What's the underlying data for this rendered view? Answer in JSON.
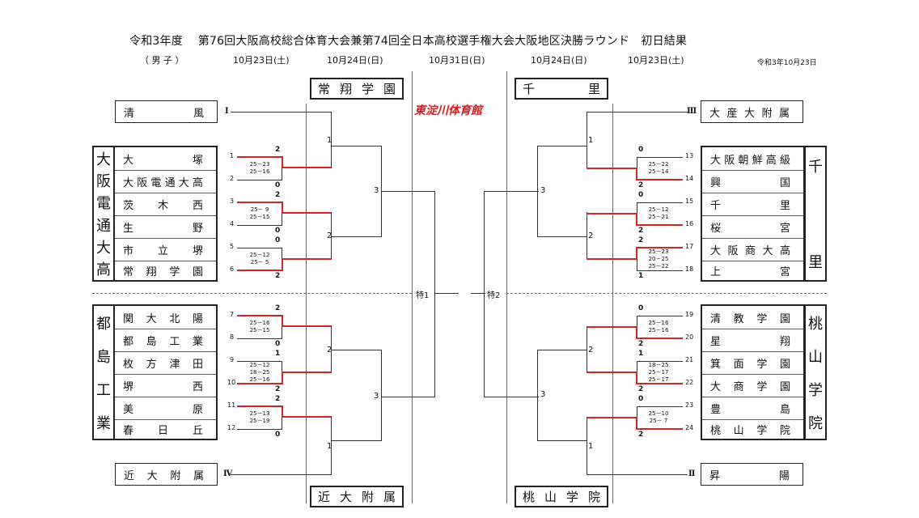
{
  "title": "令和3年度　 第76回大阪高校総合体育大会兼第74回全日本高校選手権大会大阪地区決勝ラウンド　初日結果",
  "category": "（ 男 子 ）",
  "date_printed": "令和3年10月23日",
  "round_dates": [
    "10月23日(土)",
    "10月24日(日)",
    "10月31日(日)",
    "10月24日(日)",
    "10月23日(土)"
  ],
  "venue": "東淀川体育館",
  "seeds": {
    "top_left": {
      "name": "清　風",
      "mark": "Ⅰ"
    },
    "bottom_left": {
      "name": "近大附属",
      "mark": "Ⅳ"
    },
    "top_right": {
      "name": "大産大附属",
      "mark": "Ⅲ"
    },
    "bottom_right": {
      "name": "昇　陽",
      "mark": "Ⅱ"
    }
  },
  "group_labels": {
    "left_top": [
      "大",
      "阪",
      "電",
      "通",
      "大",
      "高"
    ],
    "left_bottom": [
      "都",
      "島",
      "工",
      "業"
    ],
    "right_top": [
      "千",
      "里"
    ],
    "right_bottom": [
      "桃",
      "山",
      "学",
      "院"
    ]
  },
  "teams": {
    "left_top": [
      "大　塚",
      "大阪電通大高",
      "茨木西",
      "生　野",
      "市立堺",
      "常翔学園"
    ],
    "left_bottom": [
      "関大北陽",
      "都島工業",
      "枚方津田",
      "堺　西",
      "美　原",
      "春日丘"
    ],
    "right_top": [
      "大阪朝鮮高級",
      "興　国",
      "千　里",
      "桜　宮",
      "大阪商大高",
      "上　宮"
    ],
    "right_bottom": [
      "清教学園",
      "星　翔",
      "箕面学園",
      "大商学園",
      "豊　島",
      "桃山学院"
    ]
  },
  "team_numbers": {
    "left": [
      "1",
      "2",
      "3",
      "4",
      "5",
      "6",
      "7",
      "8",
      "9",
      "10",
      "11",
      "12"
    ],
    "right": [
      "13",
      "14",
      "15",
      "16",
      "17",
      "18",
      "19",
      "20",
      "21",
      "22",
      "23",
      "24"
    ]
  },
  "matches": {
    "left": [
      {
        "top_sets": "2",
        "bottom_sets": "0",
        "scores": [
          "25－23",
          "25－16"
        ]
      },
      {
        "top_sets": "2",
        "bottom_sets": "0",
        "scores": [
          "25－ 9",
          "25－15"
        ]
      },
      {
        "top_sets": "0",
        "bottom_sets": "2",
        "scores": [
          "25－12",
          "25－ 5"
        ]
      },
      {
        "top_sets": "2",
        "bottom_sets": "0",
        "scores": [
          "25－16",
          "25－15"
        ]
      },
      {
        "top_sets": "1",
        "bottom_sets": "2",
        "scores": [
          "25－12",
          "18－25",
          "25－16"
        ]
      },
      {
        "top_sets": "2",
        "bottom_sets": "0",
        "scores": [
          "25－13",
          "25－19"
        ]
      }
    ],
    "right": [
      {
        "top_sets": "0",
        "bottom_sets": "2",
        "scores": [
          "25－22",
          "25－14"
        ]
      },
      {
        "top_sets": "0",
        "bottom_sets": "2",
        "scores": [
          "25－12",
          "25－21"
        ]
      },
      {
        "top_sets": "2",
        "bottom_sets": "1",
        "scores": [
          "25－23",
          "20－25",
          "25－22"
        ]
      },
      {
        "top_sets": "0",
        "bottom_sets": "2",
        "scores": [
          "25－16",
          "25－16"
        ]
      },
      {
        "top_sets": "1",
        "bottom_sets": "2",
        "scores": [
          "18－25",
          "25－17",
          "25－17"
        ]
      },
      {
        "top_sets": "0",
        "bottom_sets": "2",
        "scores": [
          "25－10",
          "25－ 7"
        ]
      }
    ]
  },
  "round_labels": {
    "left": [
      "1",
      "2",
      "3",
      "2",
      "3",
      "1"
    ],
    "right": [
      "1",
      "3",
      "2",
      "2",
      "3",
      "1"
    ]
  },
  "special_labels": [
    "特1",
    "特2"
  ],
  "day_two_winners": {
    "left_top": "常翔学園",
    "left_bottom": "近大附属",
    "right_top": "千　　里",
    "right_bottom": "桃山学院"
  },
  "colors": {
    "result_line": "#d9231f",
    "venue_text": "#e5191b"
  }
}
